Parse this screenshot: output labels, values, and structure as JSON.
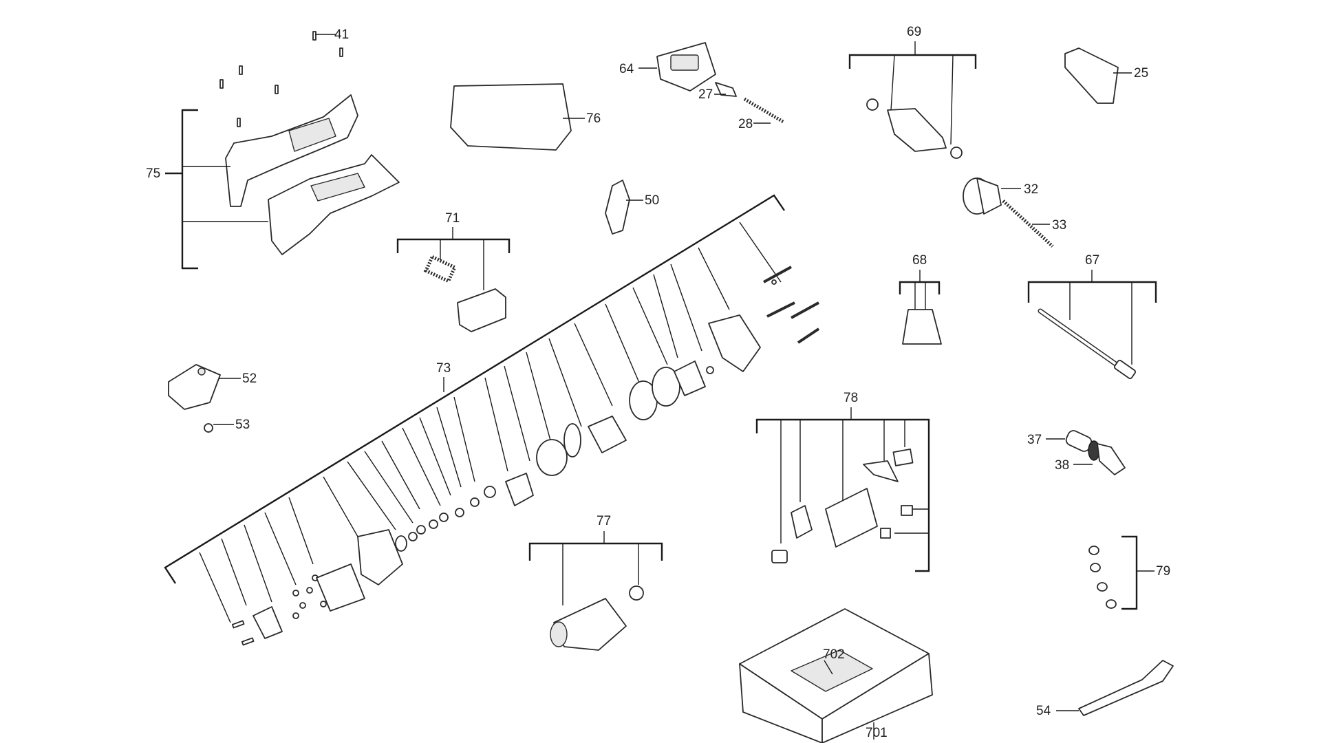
{
  "diagram": {
    "part_labels": {
      "p41": "41",
      "p75": "75",
      "p71": "71",
      "p76": "76",
      "p64": "64",
      "p27": "27",
      "p28": "28",
      "p50": "50",
      "p69": "69",
      "p25": "25",
      "p32": "32",
      "p33": "33",
      "p68": "68",
      "p67": "67",
      "p52": "52",
      "p53": "53",
      "p73": "73",
      "p78": "78",
      "p37": "37",
      "p38": "38",
      "p77": "77",
      "p79": "79",
      "p702": "702",
      "p701": "701",
      "p54": "54"
    }
  }
}
